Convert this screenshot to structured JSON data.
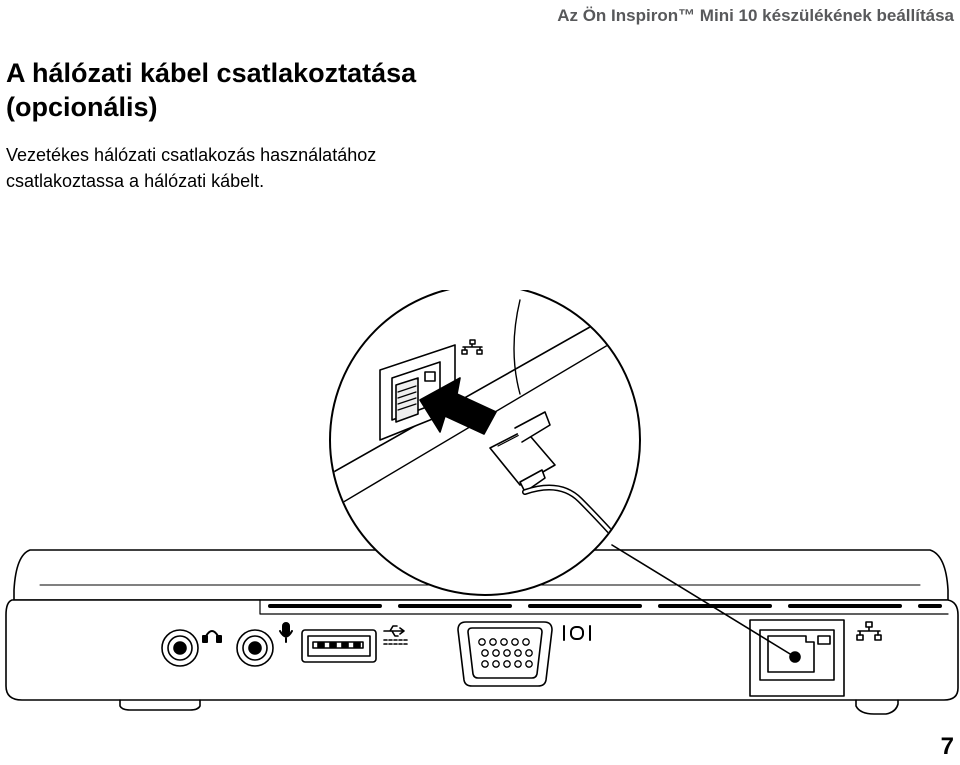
{
  "header": {
    "text": "Az Ön Inspiron™ Mini 10 készülékének beállítása"
  },
  "section": {
    "title_line1": "A hálózati kábel csatlakoztatása",
    "title_line2": "(opcionális)",
    "body_line1": "Vezetékes hálózati csatlakozás használatához",
    "body_line2": "csatlakoztassa a hálózati kábelt."
  },
  "page_number": "7",
  "illustration": {
    "ports_left_to_right": [
      "headphone-jack",
      "microphone-jack",
      "usb-port",
      "vga-port",
      "network-port"
    ],
    "icons": [
      "headphone-icon",
      "microphone-icon",
      "usb-icon",
      "vga-icon",
      "network-icon"
    ]
  }
}
